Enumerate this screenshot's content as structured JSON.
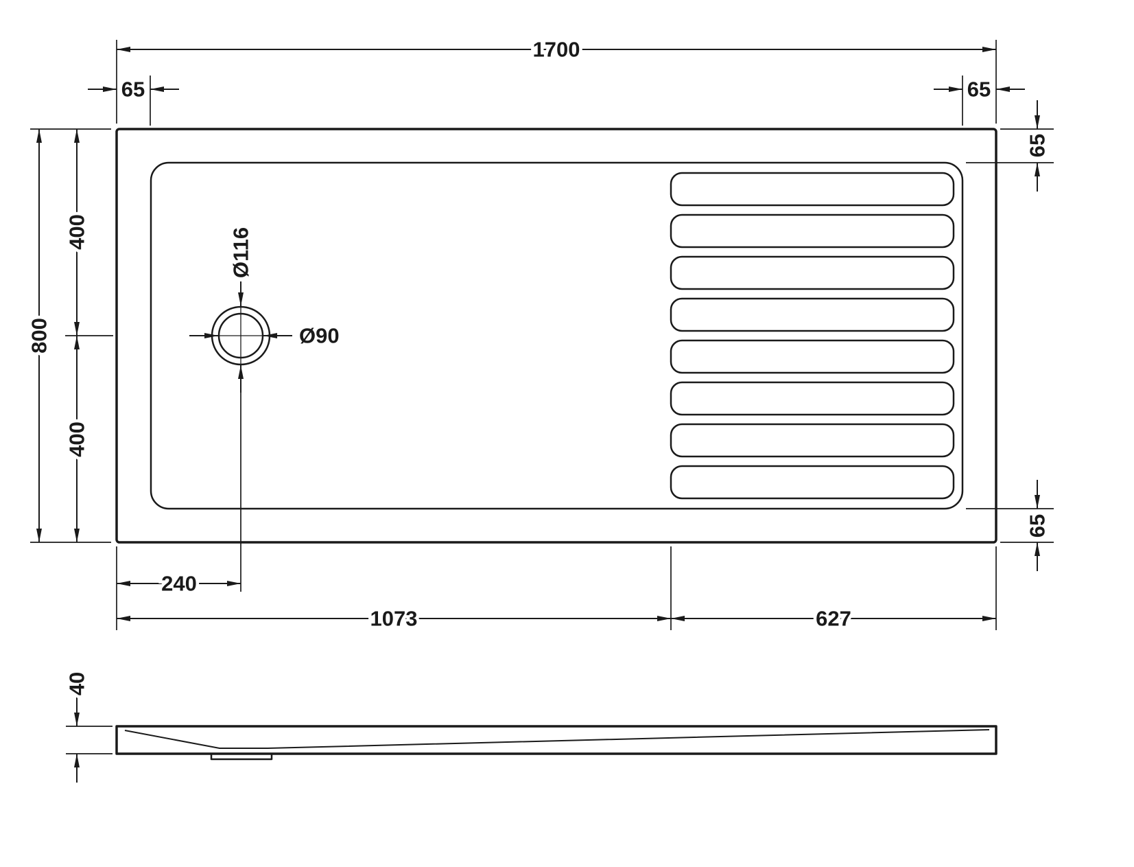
{
  "colors": {
    "line": "#1a1a1a",
    "background": "#ffffff"
  },
  "dims": {
    "top_width": "1700",
    "inset_top_left": "65",
    "inset_top_right": "65",
    "inset_right_top": "65",
    "inset_right_bottom": "65",
    "left_total": "800",
    "left_upper": "400",
    "left_lower": "400",
    "drain_outer_dia": "Ø116",
    "drain_inner_dia": "Ø90",
    "drain_offset_left": "240",
    "bottom_flat": "1073",
    "bottom_ridged": "627",
    "profile_height": "40"
  },
  "tray": {
    "slat_count": 8
  }
}
